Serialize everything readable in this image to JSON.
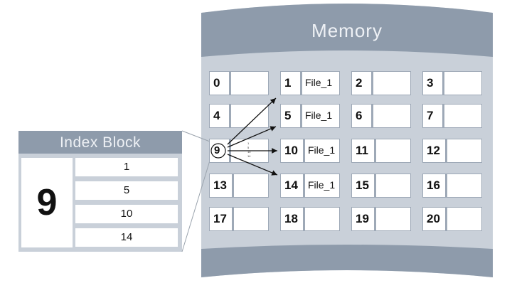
{
  "memory": {
    "title": "Memory",
    "cells": [
      {
        "n": "0",
        "v": ""
      },
      {
        "n": "1",
        "v": "File_1"
      },
      {
        "n": "2",
        "v": ""
      },
      {
        "n": "3",
        "v": ""
      },
      {
        "n": "4",
        "v": ""
      },
      {
        "n": "5",
        "v": "File_1"
      },
      {
        "n": "6",
        "v": ""
      },
      {
        "n": "7",
        "v": ""
      },
      {
        "n": "9",
        "v": ""
      },
      {
        "n": "10",
        "v": "File_1"
      },
      {
        "n": "11",
        "v": ""
      },
      {
        "n": "12",
        "v": ""
      },
      {
        "n": "13",
        "v": ""
      },
      {
        "n": "14",
        "v": "File_1"
      },
      {
        "n": "15",
        "v": ""
      },
      {
        "n": "16",
        "v": ""
      },
      {
        "n": "17",
        "v": ""
      },
      {
        "n": "18",
        "v": ""
      },
      {
        "n": "19",
        "v": ""
      },
      {
        "n": "20",
        "v": ""
      }
    ]
  },
  "index_block": {
    "title": "Index Block",
    "block_number": "9",
    "entries": [
      "1",
      "5",
      "10",
      "14"
    ]
  },
  "colors": {
    "panel": "#8e9bab",
    "panel_light": "#c9d0d9",
    "cell_border": "#9ea9b7"
  }
}
